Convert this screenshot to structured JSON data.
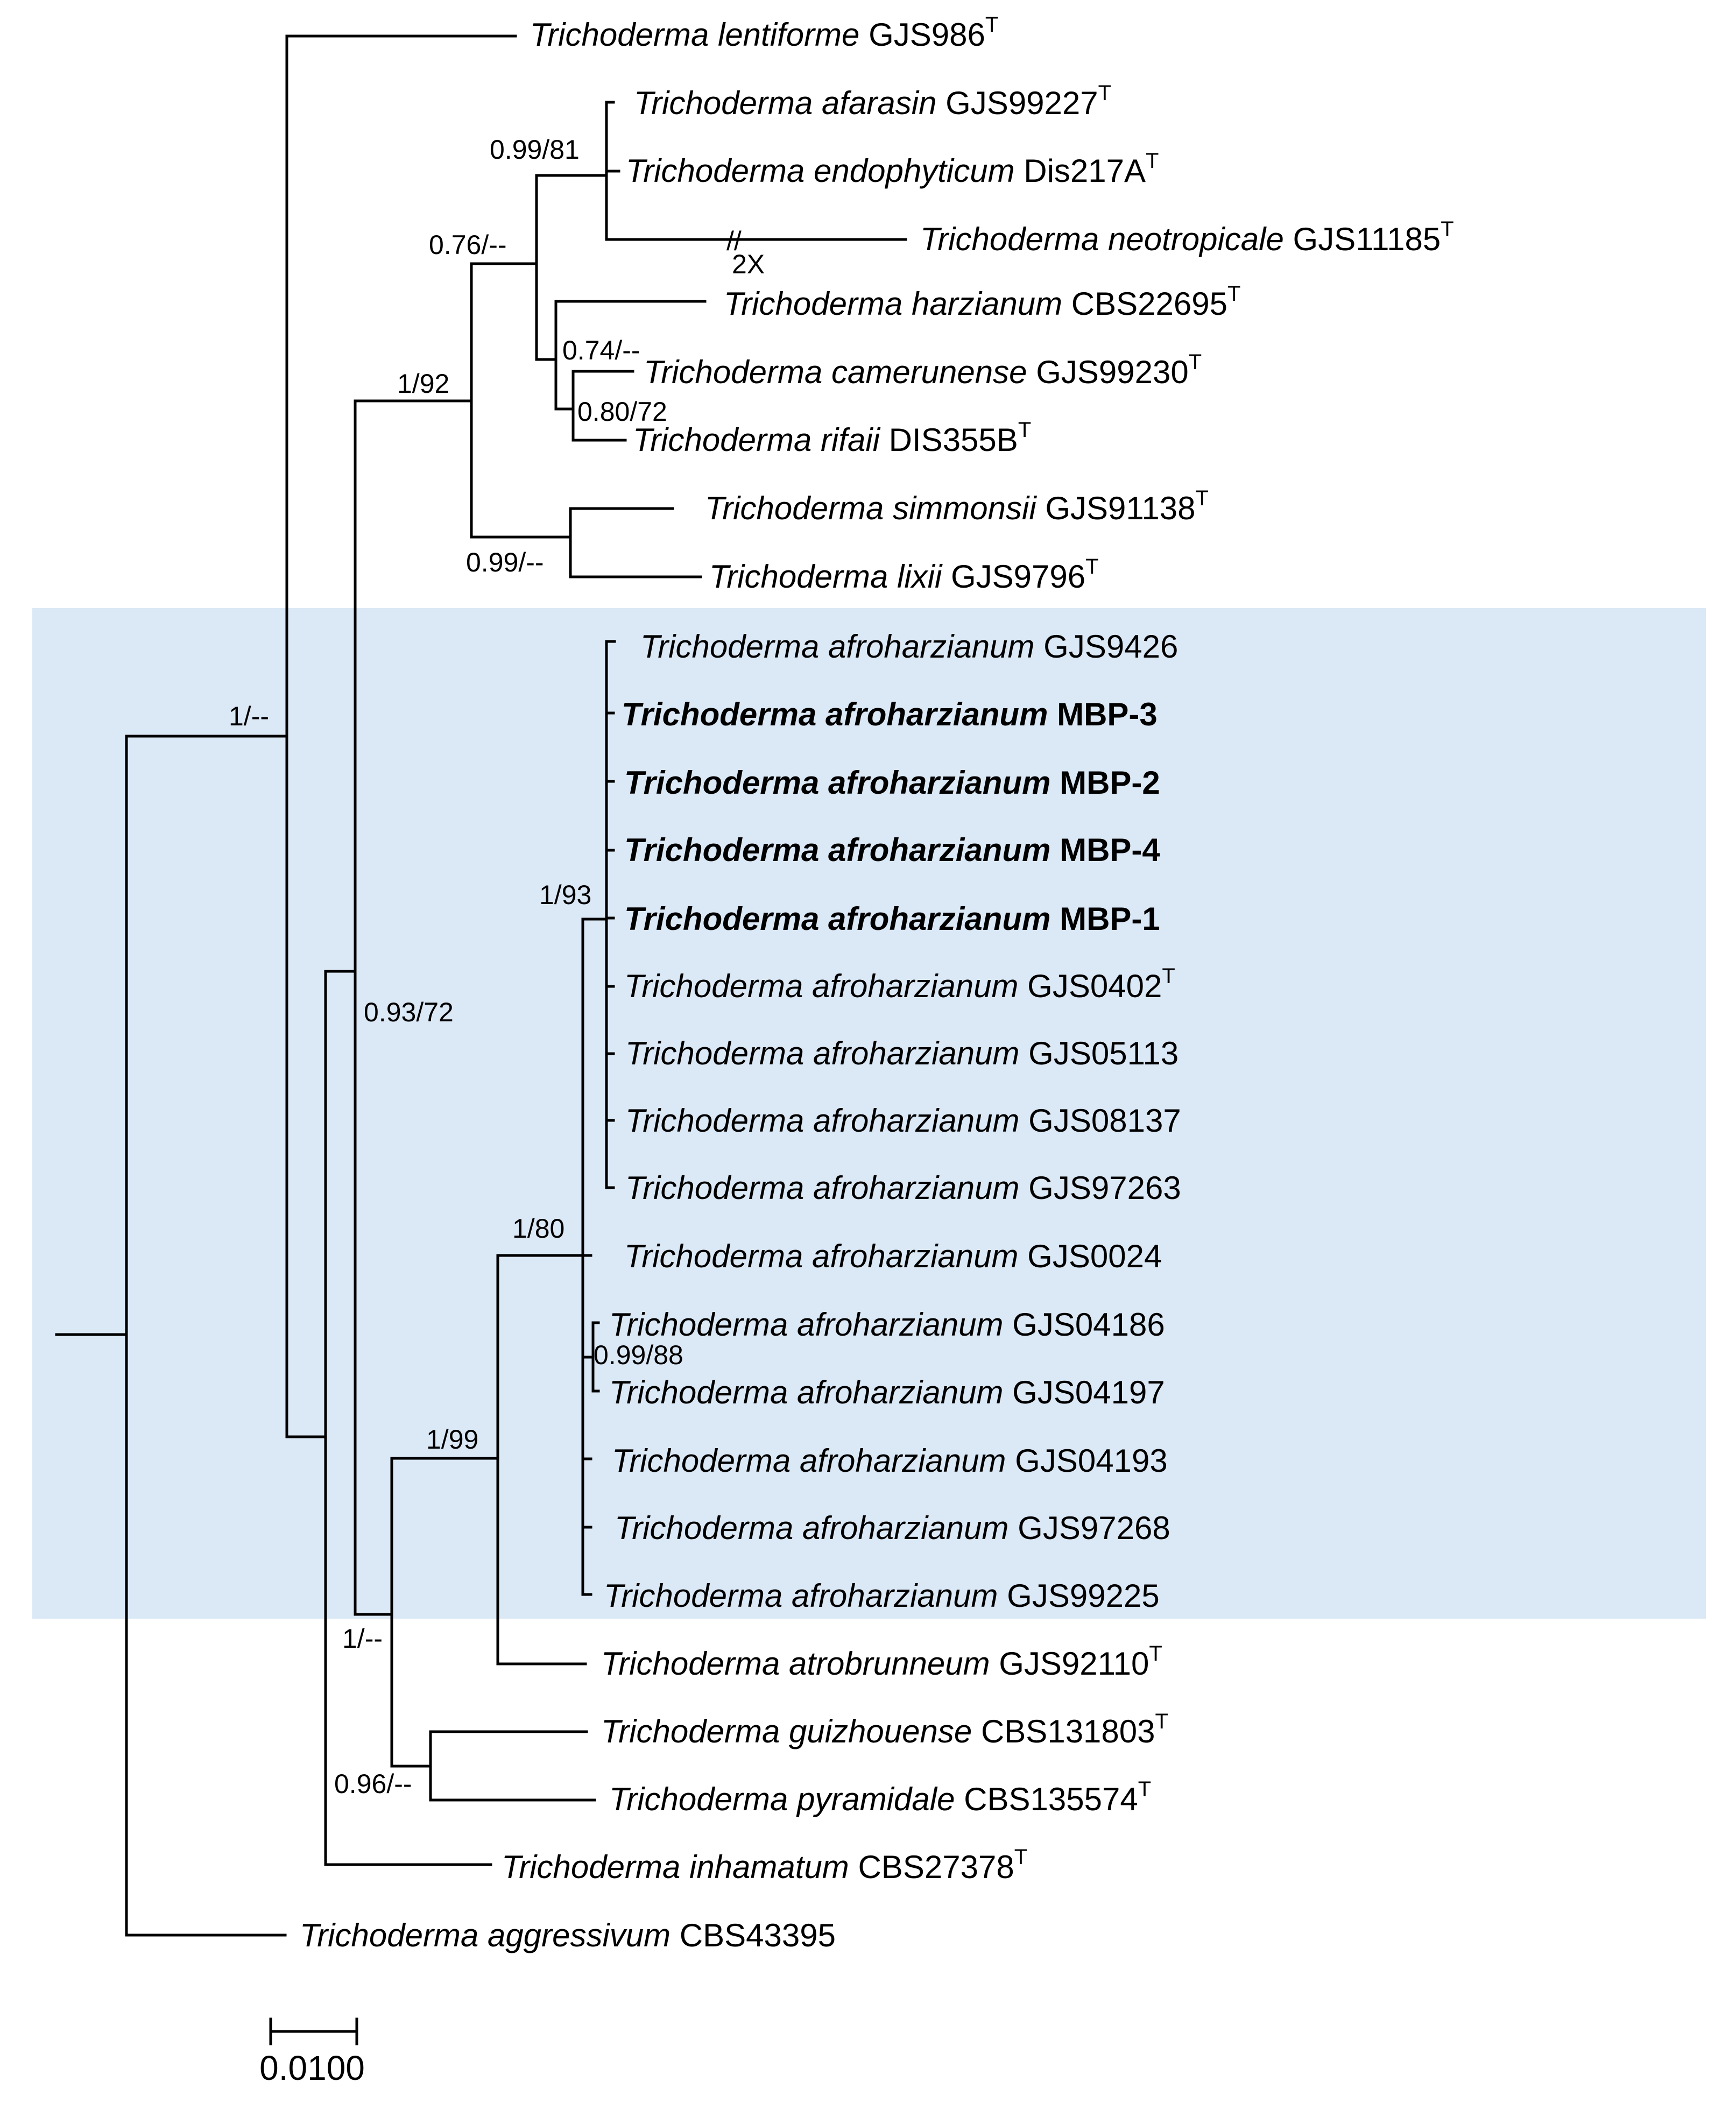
{
  "colors": {
    "highlight": "#dbe8f6",
    "line": "#000000"
  },
  "taxa": [
    {
      "genus": "Trichoderma",
      "species": "lentiforme",
      "strain": "GJS986",
      "type": "T",
      "bold": false
    },
    {
      "genus": "Trichoderma",
      "species": "afarasin",
      "strain": "GJS99227",
      "type": "T",
      "bold": false
    },
    {
      "genus": "Trichoderma",
      "species": "endophyticum",
      "strain": "Dis217A",
      "type": "T",
      "bold": false
    },
    {
      "genus": "Trichoderma",
      "species": "neotropicale",
      "strain": "GJS11185",
      "type": "T",
      "bold": false
    },
    {
      "genus": "Trichoderma",
      "species": "harzianum",
      "strain": "CBS22695",
      "type": "T",
      "bold": false
    },
    {
      "genus": "Trichoderma",
      "species": "camerunense",
      "strain": "GJS99230",
      "type": "T",
      "bold": false
    },
    {
      "genus": "Trichoderma",
      "species": "rifaii",
      "strain": "DIS355B",
      "type": "T",
      "bold": false
    },
    {
      "genus": "Trichoderma",
      "species": "simmonsii",
      "strain": "GJS91138",
      "type": "T",
      "bold": false
    },
    {
      "genus": "Trichoderma",
      "species": "lixii",
      "strain": "GJS9796",
      "type": "T",
      "bold": false
    },
    {
      "genus": "Trichoderma",
      "species": "afroharzianum",
      "strain": "GJS9426",
      "type": "",
      "bold": false
    },
    {
      "genus": "Trichoderma",
      "species": "afroharzianum",
      "strain": "MBP-3",
      "type": "",
      "bold": true
    },
    {
      "genus": "Trichoderma",
      "species": "afroharzianum",
      "strain": "MBP-2",
      "type": "",
      "bold": true
    },
    {
      "genus": "Trichoderma",
      "species": "afroharzianum",
      "strain": "MBP-4",
      "type": "",
      "bold": true
    },
    {
      "genus": "Trichoderma",
      "species": "afroharzianum",
      "strain": "MBP-1",
      "type": "",
      "bold": true
    },
    {
      "genus": "Trichoderma",
      "species": "afroharzianum",
      "strain": "GJS0402",
      "type": "T",
      "bold": false
    },
    {
      "genus": "Trichoderma",
      "species": "afroharzianum",
      "strain": "GJS05113",
      "type": "",
      "bold": false
    },
    {
      "genus": "Trichoderma",
      "species": "afroharzianum",
      "strain": "GJS08137",
      "type": "",
      "bold": false
    },
    {
      "genus": "Trichoderma",
      "species": "afroharzianum",
      "strain": "GJS97263",
      "type": "",
      "bold": false
    },
    {
      "genus": "Trichoderma",
      "species": "afroharzianum",
      "strain": "GJS0024",
      "type": "",
      "bold": false
    },
    {
      "genus": "Trichoderma",
      "species": "afroharzianum",
      "strain": "GJS04186",
      "type": "",
      "bold": false
    },
    {
      "genus": "Trichoderma",
      "species": "afroharzianum",
      "strain": "GJS04197",
      "type": "",
      "bold": false
    },
    {
      "genus": "Trichoderma",
      "species": "afroharzianum",
      "strain": "GJS04193",
      "type": "",
      "bold": false
    },
    {
      "genus": "Trichoderma",
      "species": "afroharzianum",
      "strain": "GJS97268",
      "type": "",
      "bold": false
    },
    {
      "genus": "Trichoderma",
      "species": "afroharzianum",
      "strain": "GJS99225",
      "type": "",
      "bold": false
    },
    {
      "genus": "Trichoderma",
      "species": "atrobrunneum",
      "strain": "GJS92110",
      "type": "T",
      "bold": false
    },
    {
      "genus": "Trichoderma",
      "species": "guizhouense",
      "strain": "CBS131803",
      "type": "T",
      "bold": false
    },
    {
      "genus": "Trichoderma",
      "species": "pyramidale",
      "strain": "CBS135574",
      "type": "T",
      "bold": false
    },
    {
      "genus": "Trichoderma",
      "species": "inhamatum",
      "strain": "CBS27378",
      "type": "T",
      "bold": false
    },
    {
      "genus": "Trichoderma",
      "species": "aggressivum",
      "strain": "CBS43395",
      "type": "",
      "bold": false
    }
  ],
  "support_values": [
    "0.99/81",
    "0.76/--",
    "0.74/--",
    "0.80/72",
    "1/92",
    "0.99/--",
    "1/--",
    "1/93",
    "0.93/72",
    "1/80",
    "0.99/88",
    "1/99",
    "1/--",
    "0.96/--"
  ],
  "break_marker": {
    "symbol": "//",
    "label": "2X"
  },
  "scale_bar": {
    "label": "0.0100"
  }
}
